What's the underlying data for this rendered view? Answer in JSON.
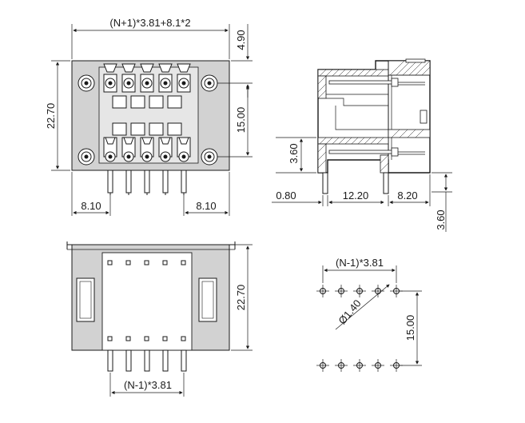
{
  "dimensions": {
    "top_width_formula": "(N+1)*3.81+8.1*2",
    "top_offset": "4.90",
    "height_left": "22.70",
    "pitch_vertical": "15.00",
    "left_margin": "8.10",
    "right_margin": "8.10",
    "side_pin_offset": "3.60",
    "side_thickness": "0.80",
    "side_pin_distance": "12.20",
    "side_right": "8.20",
    "side_bottom_offset": "3.60",
    "front_height": "22.70",
    "front_pitch_formula": "(N-1)*3.81",
    "pcb_pitch_formula": "(N-1)*3.81",
    "hole_diameter": "Ø1.40",
    "pcb_vertical_pitch": "15.00"
  }
}
